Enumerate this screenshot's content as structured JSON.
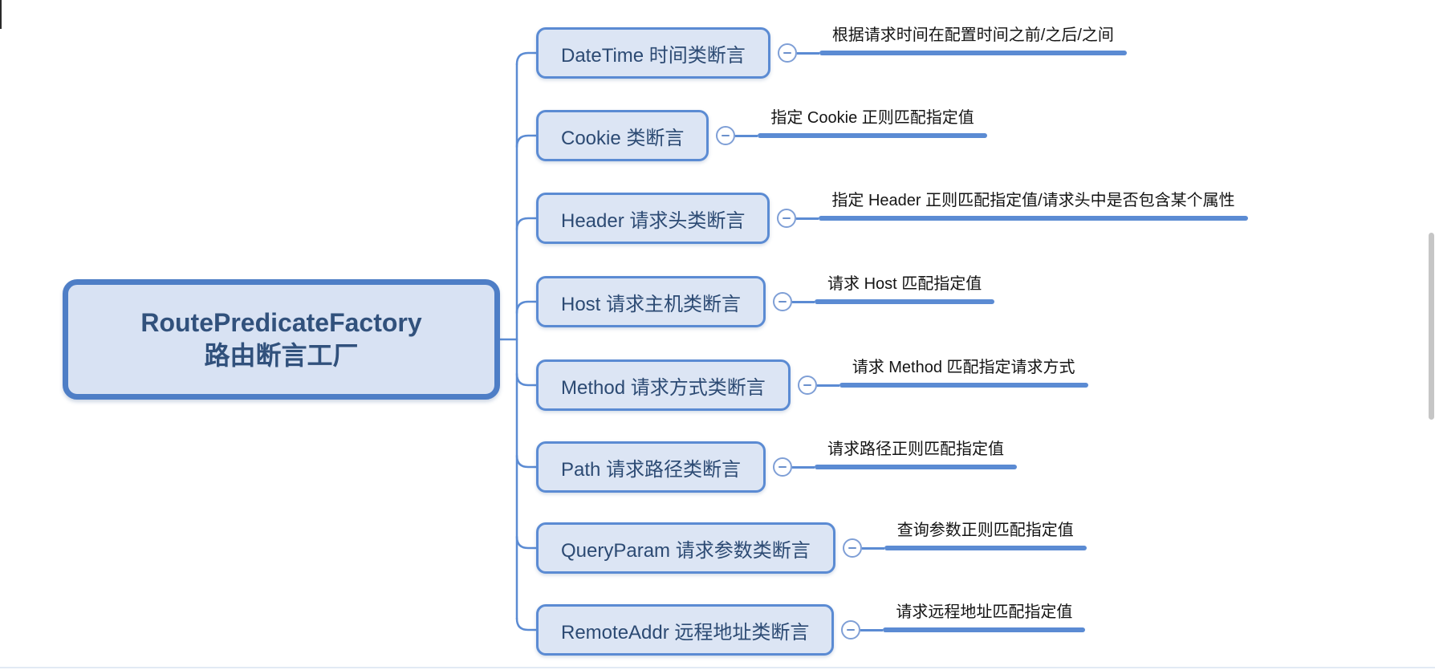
{
  "colors": {
    "line": "#5b8bd3",
    "node_fill": "#dce5f4",
    "node_border": "#5b8bd3",
    "node_text": "#2c4a73",
    "root_border": "#4e7ec6",
    "root_text": "#31517c",
    "leaf_text": "#141414",
    "background": "#ffffff"
  },
  "root": {
    "title_line1": "RoutePredicateFactory",
    "title_line2": "路由断言工厂"
  },
  "branches": [
    {
      "label": "DateTime 时间类断言",
      "leaf": "根据请求时间在配置时间之前/之后/之间"
    },
    {
      "label": "Cookie 类断言",
      "leaf": "指定 Cookie 正则匹配指定值"
    },
    {
      "label": "Header 请求头类断言",
      "leaf": "指定 Header 正则匹配指定值/请求头中是否包含某个属性"
    },
    {
      "label": "Host 请求主机类断言",
      "leaf": "请求 Host 匹配指定值"
    },
    {
      "label": "Method 请求方式类断言",
      "leaf": "请求 Method 匹配指定请求方式"
    },
    {
      "label": "Path 请求路径类断言",
      "leaf": "请求路径正则匹配指定值"
    },
    {
      "label": "QueryParam 请求参数类断言",
      "leaf": "查询参数正则匹配指定值"
    },
    {
      "label": "RemoteAddr 远程地址类断言",
      "leaf": "请求远程地址匹配指定值"
    }
  ]
}
